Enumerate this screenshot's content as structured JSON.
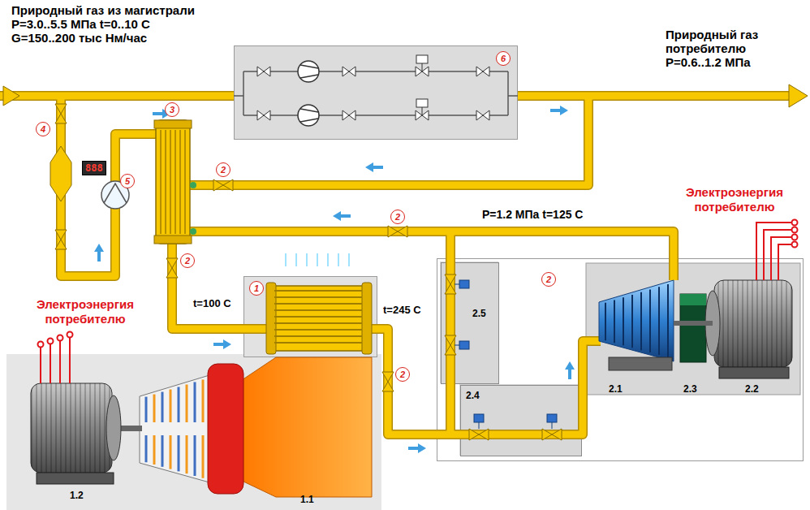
{
  "diagram": {
    "nodes": [
      {
        "text": [
          "6"
        ]
      },
      {
        "text": [
          "1"
        ]
      },
      {
        "text": [
          "2"
        ]
      },
      {
        "text": [
          "2.5"
        ],
        "in": 2
      },
      {
        "text": [
          "2.4"
        ],
        "in": 2
      }
    ],
    "labels": [
      "Природный газ из магистрали P=3.0..5.5 МПа t=0..10 C G=150..200 тыс Нм/час",
      "Природный газ потребителю P=0.6..1.2 МПа",
      "4",
      "888",
      "5",
      "3",
      "2",
      "Электроэнергия потребителю",
      "P=1.2 МПа t=125 C",
      "2",
      "2",
      "Электроэнергия потребителю",
      "t=100 C",
      "t=245 C",
      "2",
      "2.1",
      "2.3",
      "2.2",
      "1.2",
      "1.1"
    ]
  }
}
